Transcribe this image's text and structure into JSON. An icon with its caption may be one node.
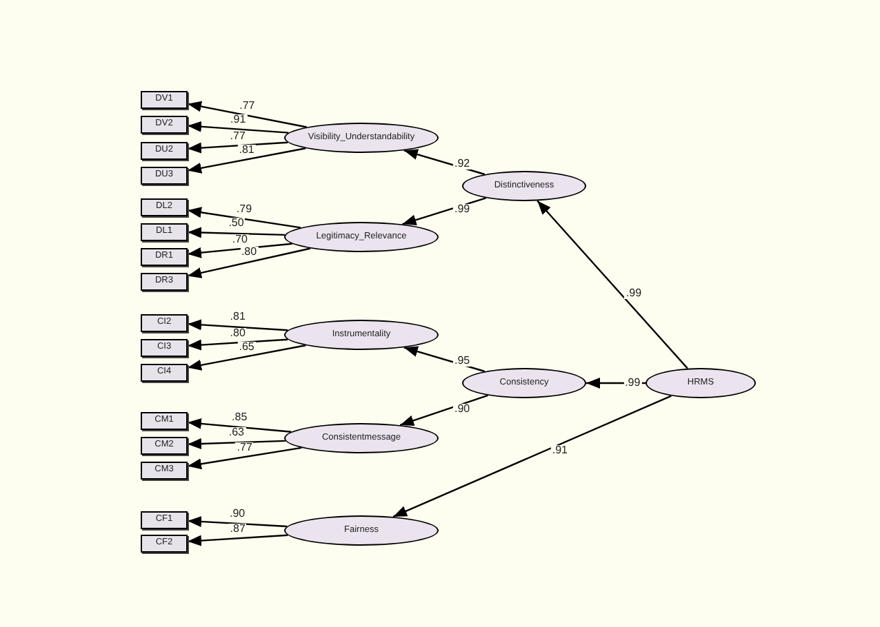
{
  "diagram": {
    "nodes": [
      {
        "text": [
          "DV1"
        ]
      },
      {
        "text": [
          "DV2"
        ]
      },
      {
        "text": [
          "DU2"
        ]
      },
      {
        "text": [
          "DU3"
        ]
      },
      {
        "text": [
          "Visibility_Understandability"
        ]
      },
      {
        "text": [
          "Distinctiveness"
        ]
      },
      {
        "text": [
          "DL2"
        ]
      },
      {
        "text": [
          "DL1"
        ]
      },
      {
        "text": [
          "DR1"
        ]
      },
      {
        "text": [
          "DR3"
        ]
      },
      {
        "text": [
          "Legitimacy_Relevance"
        ]
      },
      {
        "text": [
          "CI2"
        ]
      },
      {
        "text": [
          "CI3"
        ]
      },
      {
        "text": [
          "CI4"
        ]
      },
      {
        "text": [
          "Instrumentality"
        ]
      },
      {
        "text": [
          "Consistency"
        ]
      },
      {
        "text": [
          "HRMS"
        ]
      },
      {
        "text": [
          "CM1"
        ]
      },
      {
        "text": [
          "CM2"
        ]
      },
      {
        "text": [
          "CM3"
        ]
      },
      {
        "text": [
          "Consistentmessage"
        ]
      },
      {
        "text": [
          "CF1"
        ]
      },
      {
        "text": [
          "CF2"
        ]
      },
      {
        "text": [
          "Fairness"
        ]
      }
    ],
    "edges": [
      {
        "from": 4,
        "to": 0,
        "arrow": "to",
        "label": ".77"
      },
      {
        "from": 4,
        "to": 1,
        "arrow": "to",
        "label": ".91"
      },
      {
        "from": 4,
        "to": 2,
        "arrow": "to",
        "label": ".77"
      },
      {
        "from": 4,
        "to": 3,
        "arrow": "to",
        "label": ".81"
      },
      {
        "from": 10,
        "to": 6,
        "arrow": "to",
        "label": ".79"
      },
      {
        "from": 10,
        "to": 7,
        "arrow": "to",
        "label": ".50"
      },
      {
        "from": 10,
        "to": 8,
        "arrow": "to",
        "label": ".70"
      },
      {
        "from": 10,
        "to": 9,
        "arrow": "to",
        "label": ".80"
      },
      {
        "from": 5,
        "to": 4,
        "arrow": "to",
        "label": ".92"
      },
      {
        "from": 5,
        "to": 10,
        "arrow": "to",
        "label": ".99"
      },
      {
        "from": 14,
        "to": 11,
        "arrow": "to",
        "label": ".81"
      },
      {
        "from": 14,
        "to": 12,
        "arrow": "to",
        "label": ".80"
      },
      {
        "from": 14,
        "to": 13,
        "arrow": "to",
        "label": ".65"
      },
      {
        "from": 20,
        "to": 17,
        "arrow": "to",
        "label": ".85"
      },
      {
        "from": 20,
        "to": 18,
        "arrow": "to",
        "label": ".63"
      },
      {
        "from": 20,
        "to": 19,
        "arrow": "to",
        "label": ".77"
      },
      {
        "from": 15,
        "to": 14,
        "arrow": "to",
        "label": ".95"
      },
      {
        "from": 15,
        "to": 20,
        "arrow": "to",
        "label": ".90"
      },
      {
        "from": 23,
        "to": 21,
        "arrow": "to",
        "label": ".90"
      },
      {
        "from": 23,
        "to": 22,
        "arrow": "to",
        "label": ".87"
      },
      {
        "from": 16,
        "to": 5,
        "arrow": "to",
        "label": ".99"
      },
      {
        "from": 16,
        "to": 15,
        "arrow": "to",
        "label": ".99"
      },
      {
        "from": 16,
        "to": 23,
        "arrow": "to",
        "label": ".91"
      }
    ]
  }
}
